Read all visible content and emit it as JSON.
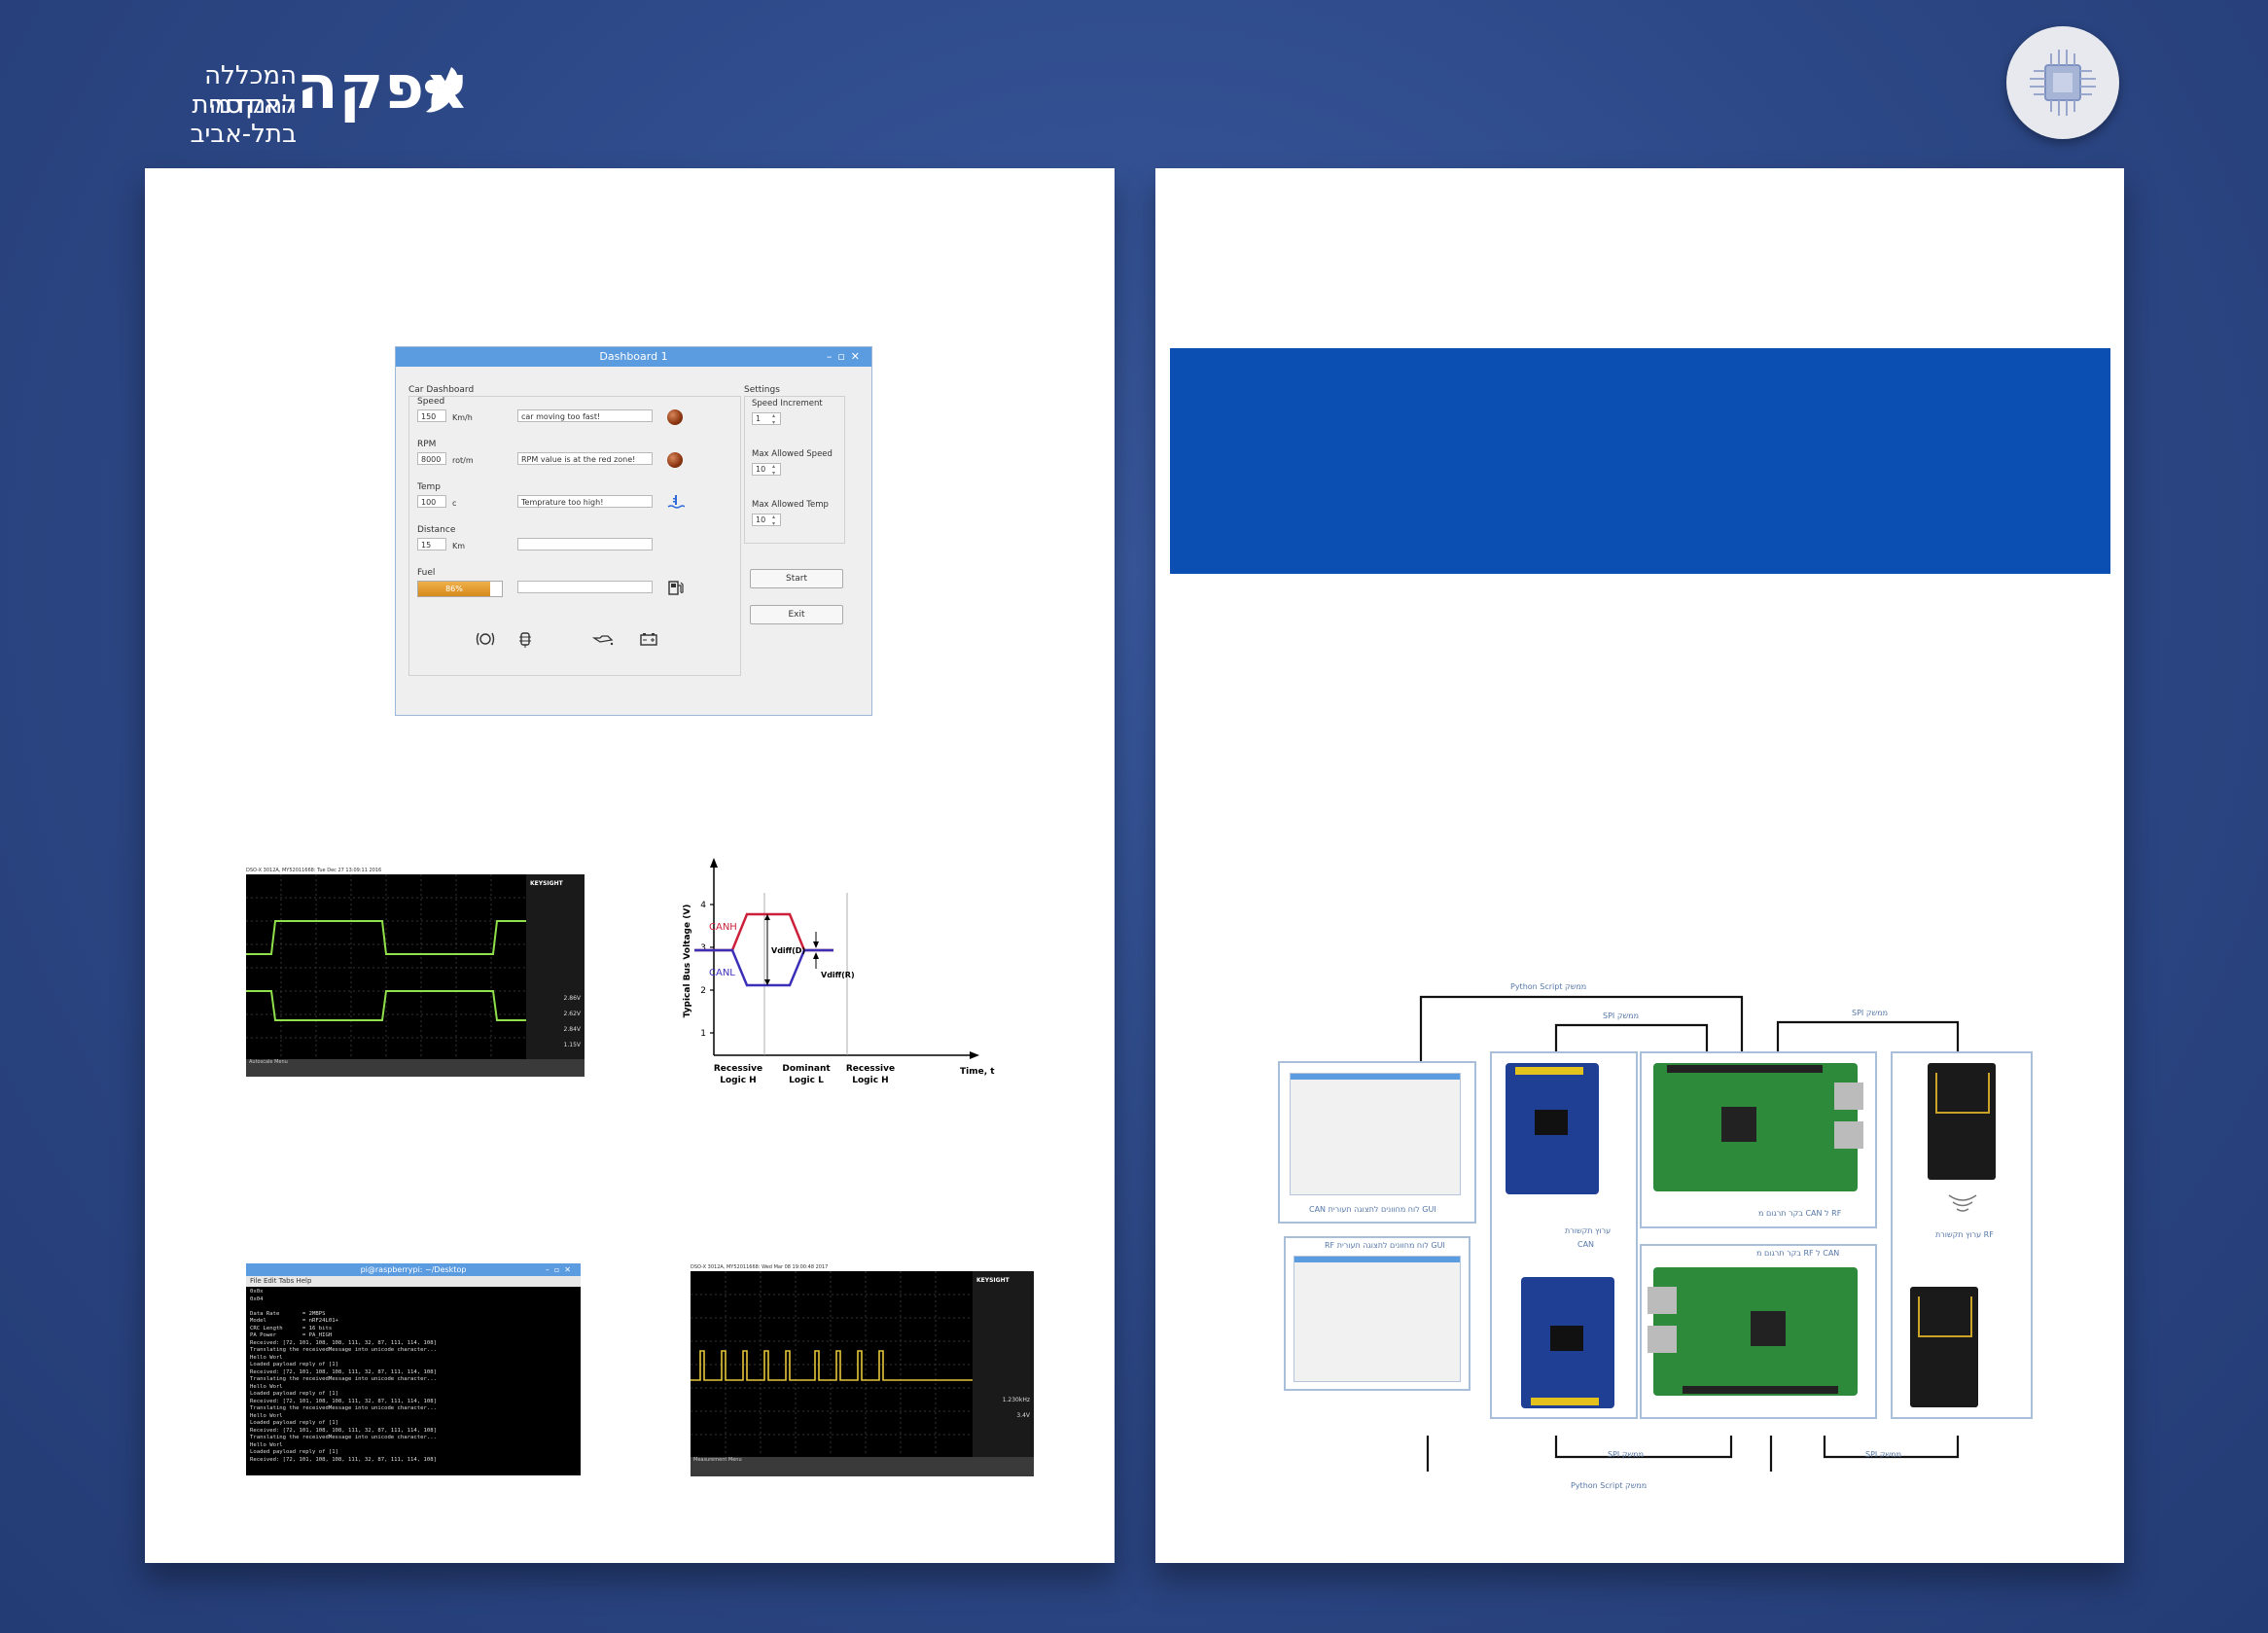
{
  "header": {
    "logo_big": "אפקה",
    "logo_line1": "המכללה האקדמית",
    "logo_line2": "להנדסה בתל-אביב"
  },
  "dashboard": {
    "window_title": "Dashboard 1",
    "car_group": "Car Dashboard",
    "settings_group": "Settings",
    "speed_label": "Speed",
    "speed_value": "150",
    "speed_unit": "Km/h",
    "speed_msg": "car moving too fast!",
    "rpm_label": "RPM",
    "rpm_value": "8000",
    "rpm_unit": "rot/m",
    "rpm_msg": "RPM value is at the red zone!",
    "temp_label": "Temp",
    "temp_value": "100",
    "temp_unit": "c",
    "temp_msg": "Temprature too high!",
    "distance_label": "Distance",
    "distance_value": "15",
    "distance_unit": "Km",
    "fuel_label": "Fuel",
    "fuel_text": "86%",
    "fuel_level": 0.86,
    "speed_increment_label": "Speed Increment",
    "speed_increment_value": "1",
    "max_speed_label": "Max Allowed Speed",
    "max_speed_value": "10",
    "max_temp_label": "Max Allowed Temp",
    "max_temp_value": "10",
    "start_label": "Start",
    "exit_label": "Exit"
  },
  "can_chart": {
    "ylabel": "Typical Bus Voltage (V)",
    "xlabel": "Time, t",
    "yticks": [
      "1",
      "2",
      "3",
      "4"
    ],
    "canh": "CANH",
    "canl": "CANL",
    "vdiff_d": "Vdiff(D)",
    "vdiff_r": "Vdiff(R)",
    "regions": [
      {
        "l1": "Recessive",
        "l2": "Logic H"
      },
      {
        "l1": "Dominant",
        "l2": "Logic L"
      },
      {
        "l1": "Recessive",
        "l2": "Logic H"
      }
    ]
  },
  "scope1": {
    "header": "DSO-X 3012A, MY52011668: Tue Dec 27 13:09:11 2016",
    "brand": "KEYSIGHT",
    "menu": "Autoscale Menu",
    "readouts": [
      "2.86V",
      "2.62V",
      "2.84V",
      "1.15V"
    ]
  },
  "scope2": {
    "header": "DSO-X 3012A, MY52011668: Wed Mar 08 19:00:48 2017",
    "brand": "KEYSIGHT",
    "menu": "Measurement Menu",
    "readouts": [
      "1.230kHz",
      "3.4V"
    ]
  },
  "terminal": {
    "title": "pi@raspberrypi: ~/Desktop",
    "menu": "File  Edit  Tabs  Help",
    "lines": [
      "0x0x",
      "0x04",
      "",
      "Data Rate       = 2MBPS",
      "Model           = nRF24L01+",
      "CRC Length      = 16 bits",
      "PA Power        = PA_HIGH",
      "Received: [72, 101, 108, 108, 111, 32, 87, 111, 114, 108]",
      "Translating the receivedMessage into unicode character...",
      "Hello Worl",
      "Loaded payload reply of [1]",
      "Received: [72, 101, 108, 108, 111, 32, 87, 111, 114, 108]",
      "Translating the receivedMessage into unicode character...",
      "Hello Worl",
      "Loaded payload reply of [1]",
      "Received: [72, 101, 108, 108, 111, 32, 87, 111, 114, 108]",
      "Translating the receivedMessage into unicode character...",
      "Hello Worl",
      "Loaded payload reply of [1]",
      "Received: [72, 101, 108, 108, 111, 32, 87, 111, 114, 108]",
      "Translating the receivedMessage into unicode character...",
      "Hello Worl",
      "Loaded payload reply of [1]",
      "Received: [72, 101, 108, 108, 111, 32, 87, 111, 114, 108]"
    ]
  },
  "architecture": {
    "python_top": "Python Script  ממשק",
    "spi_1": "SPI ממשק",
    "spi_2": "SPI ממשק",
    "can_gui": "CAN לוח מחוונים לתצוגה תעורית GUI",
    "rf_gui": "RF לוח מחוונים לתצוגה תעורית GUI",
    "can_channel": "ערוץ תקשורת",
    "can_word": "CAN",
    "ctrl_can_rf": "בקר תרגום מ CAN ל RF",
    "ctrl_rf_can": "בקר תרגום מ RF ל CAN",
    "rf_channel": "ערוץ תקשורת RF",
    "spi_3": "SPI ממשק",
    "spi_4": "SPI ממשק",
    "python_bottom": "Python Script  ממשק"
  }
}
